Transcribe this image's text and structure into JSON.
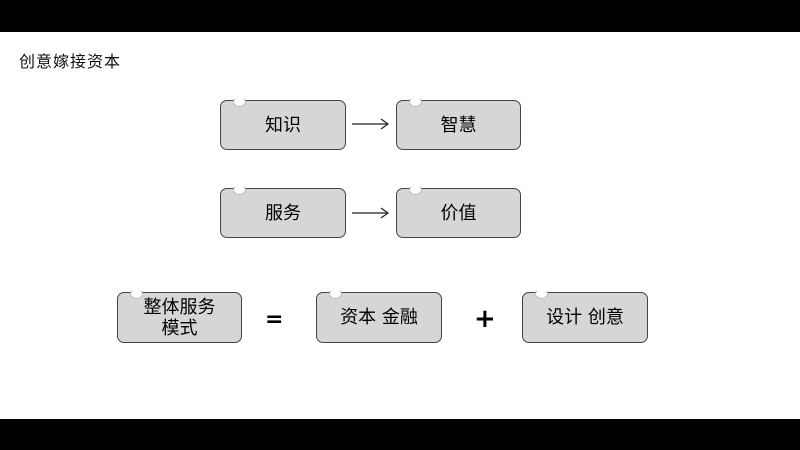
{
  "slide": {
    "title": "创意嫁接资本"
  },
  "diagram": {
    "row1": {
      "left": "知识",
      "right": "智慧"
    },
    "row2": {
      "left": "服务",
      "right": "价值"
    },
    "equation": {
      "result_line1": "整体服务",
      "result_line2": "模式",
      "equals": "=",
      "term1": "资本 金融",
      "plus": "+",
      "term2": "设计 创意"
    }
  }
}
